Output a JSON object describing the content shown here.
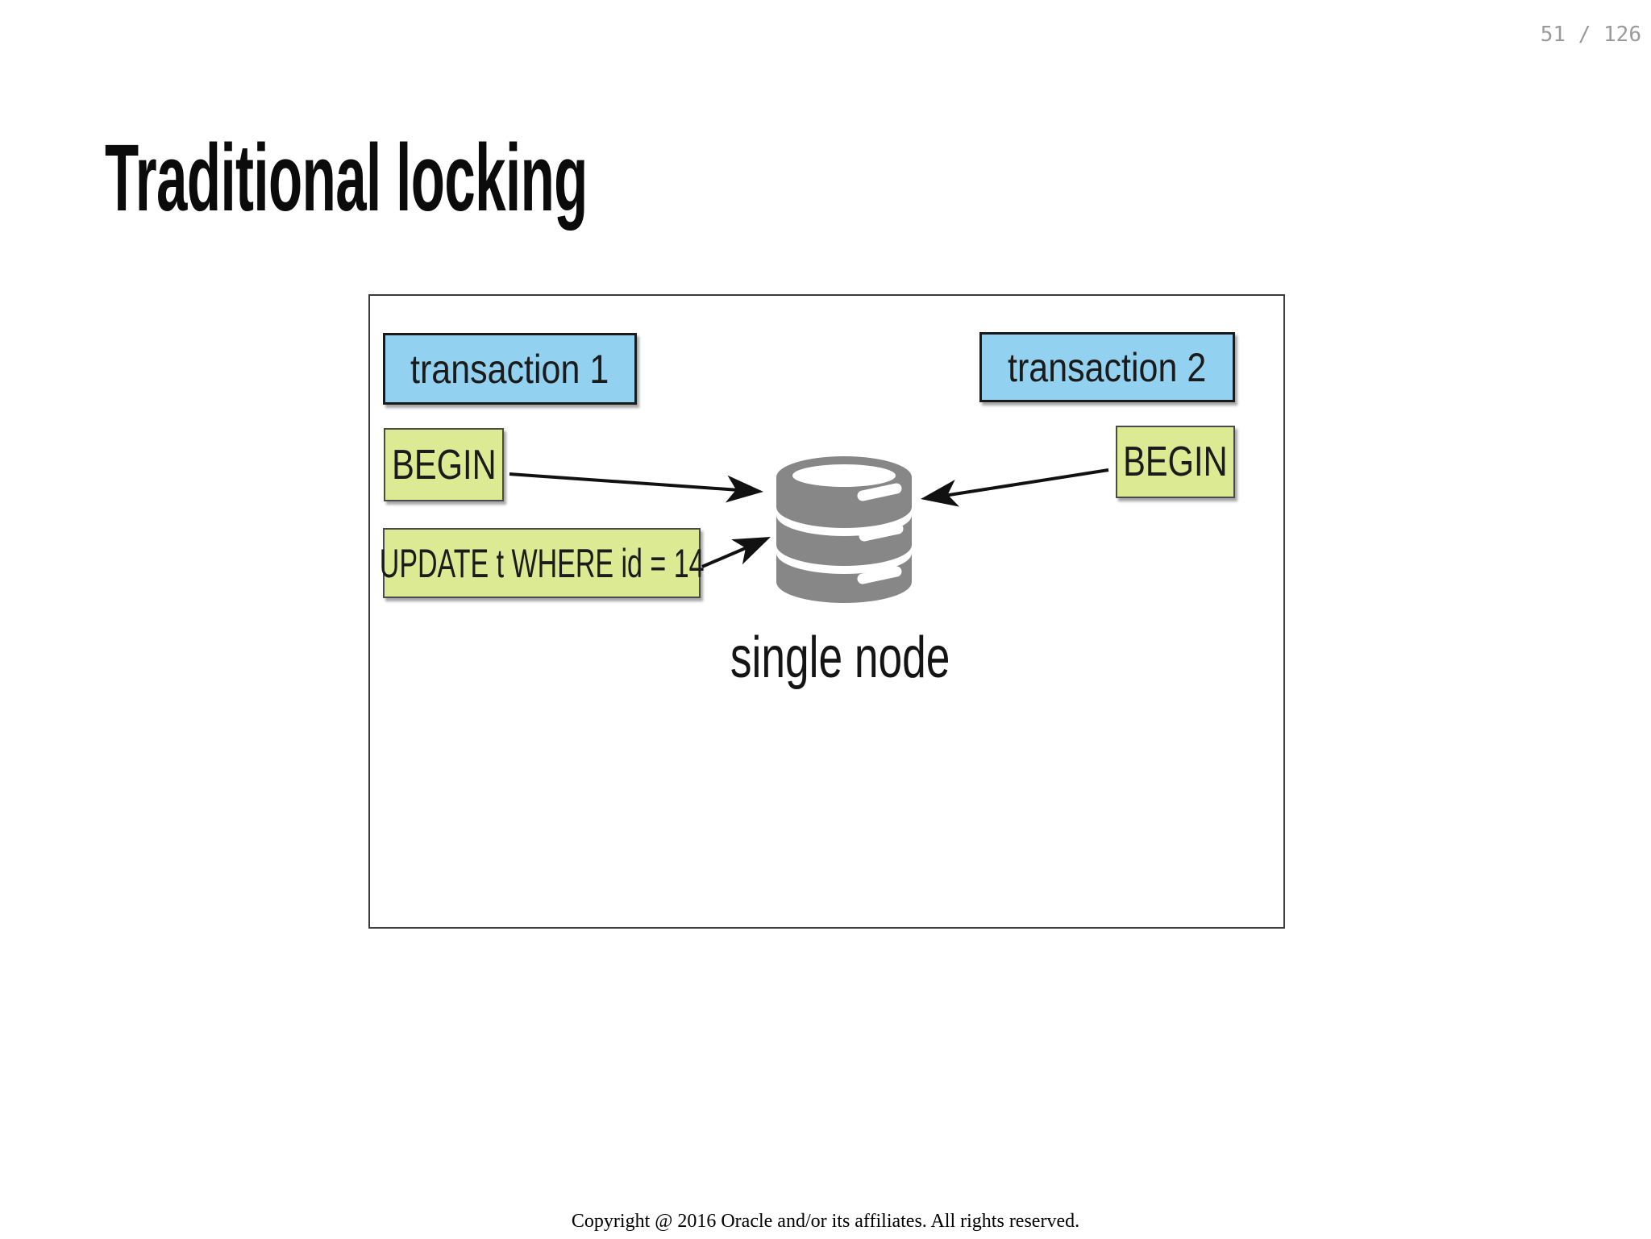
{
  "page": {
    "number": "51 / 126"
  },
  "slide": {
    "title": "Traditional locking",
    "footer": "Copyright @ 2016 Oracle and/or its affiliates. All rights reserved."
  },
  "diagram": {
    "transaction1_label": "transaction 1",
    "transaction2_label": "transaction 2",
    "begin_left_label": "BEGIN",
    "begin_right_label": "BEGIN",
    "update_label": "UPDATE t WHERE id = 14",
    "node_label": "single node",
    "icons": {
      "database": "database-cylinder-icon"
    },
    "colors": {
      "transaction_box": "#92d1ef",
      "statement_box": "#dcea94",
      "database_gray": "#878787",
      "arrow": "#111111"
    }
  }
}
